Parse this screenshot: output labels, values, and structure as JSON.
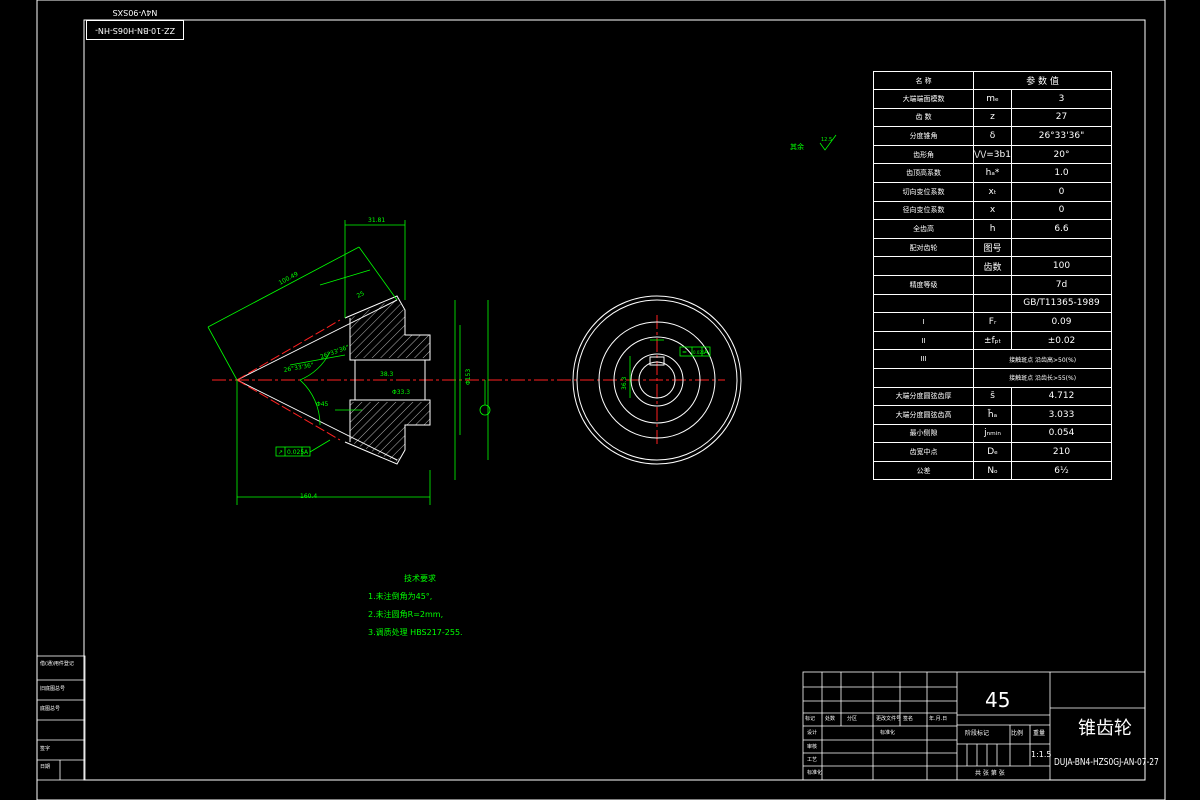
{
  "drawing_code_mirrored": "ZZ-10-BN-H06S-HN-N4V-90SXS",
  "roughness_note": "其余",
  "roughness_value": "12.5",
  "param_table": {
    "header": [
      "名    称",
      "参  数  值"
    ],
    "rows": [
      {
        "name": "大端端面模数",
        "symbol": "mₑ",
        "value": "3"
      },
      {
        "name": "齿    数",
        "symbol": "z",
        "value": "27"
      },
      {
        "name": "分度锥角",
        "symbol": "δ",
        "value": "26°33'36\""
      },
      {
        "name": "齿形角",
        "symbol": "\\/\\/=3b1",
        "value": "20°"
      },
      {
        "name": "齿顶高系数",
        "symbol": "hₐ*",
        "value": "1.0"
      },
      {
        "name": "切向变位系数",
        "symbol": "xₜ",
        "value": "0"
      },
      {
        "name": "径向变位系数",
        "symbol": "x",
        "value": "0"
      },
      {
        "name": "全齿高",
        "symbol": "h",
        "value": "6.6"
      },
      {
        "name": "配对齿轮",
        "symbol": "图号",
        "value": ""
      },
      {
        "name": "",
        "symbol": "齿数",
        "value": "100"
      },
      {
        "name": "精度等级",
        "symbol": "",
        "value": "7d"
      },
      {
        "name": "",
        "symbol": "",
        "value": "GB/T11365-1989"
      },
      {
        "name": "I",
        "symbol": "Fᵣ",
        "value": "0.09"
      },
      {
        "name": "II",
        "symbol": "±fₚₜ",
        "value": "±0.02"
      },
      {
        "name": "III",
        "symbol": "接触斑点 沿齿高>50(%)",
        "value": ""
      },
      {
        "name": "",
        "symbol": "接触斑点 沿齿长>55(%)",
        "value": ""
      },
      {
        "name": "大端分度圆弦齿厚",
        "symbol": "s̄",
        "value": "4.712"
      },
      {
        "name": "大端分度圆弦齿高",
        "symbol": "h̄ₐ",
        "value": "3.033"
      },
      {
        "name": "最小侧隙",
        "symbol": "jₙₘᵢₙ",
        "value": "0.054"
      },
      {
        "name": "齿宽中点",
        "symbol": "Dₑ",
        "value": "210"
      },
      {
        "name": "公差",
        "symbol": "Nₒ",
        "value": "6½"
      }
    ]
  },
  "tech_requirements": {
    "title": "技术要求",
    "items": [
      "1.未注倒角为45°,",
      "2.未注圆角R=2mm,",
      "3.调质处理 HBS217-255."
    ]
  },
  "title_block": {
    "material": "45",
    "part_name": "锥齿轮",
    "drawing_number": "DUJA-BN4-HZS0GJ-AN-07-27",
    "scale_label": "比例",
    "weight_label": "重量",
    "scale_value": "1:1.5",
    "stage_label": "阶段标记",
    "sheet_label": "共 张 第 张",
    "rows": [
      "标记",
      "处数",
      "分区",
      "更改文件号",
      "签名",
      "年.月.日"
    ],
    "roles": [
      "设计",
      "审核",
      "工艺",
      "标准化",
      "批准"
    ]
  },
  "left_stack": [
    "借(通)用件登记",
    "旧底图总号",
    "底图总号",
    "签字",
    "日期"
  ],
  "dims": {
    "outer_len": "31.81",
    "cone_len": "100.49",
    "face": "25",
    "bore": "Φ33.3",
    "keyway": "38.3",
    "shaft": "Φ153",
    "angle1": "26°33'36\"",
    "angle2": "26°33'36\"",
    "hub": "Φ45",
    "total": "160.4",
    "gtol": "0.025",
    "tol_ref": "A",
    "key_tol": "0.020",
    "key_w": "36.3"
  }
}
